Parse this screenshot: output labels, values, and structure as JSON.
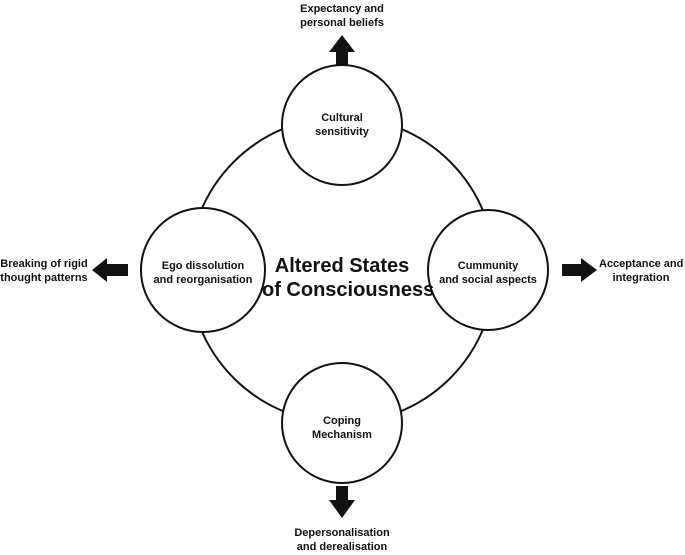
{
  "center": {
    "line1": "Altered States",
    "line2": "of Consciousness"
  },
  "nodes": {
    "top": {
      "line1": "Cultural",
      "line2": "sensitivity"
    },
    "left": {
      "line1": "Ego dissolution",
      "line2": "and reorganisation"
    },
    "right": {
      "line1": "Cummunity",
      "line2": "and social aspects"
    },
    "bottom": {
      "line1": "Coping",
      "line2": "Mechanism"
    }
  },
  "outcomes": {
    "top": {
      "line1": "Expectancy and",
      "line2": "personal beliefs"
    },
    "left": {
      "line1": "Breaking of rigid",
      "line2": "thought patterns"
    },
    "right": {
      "line1": "Acceptance and",
      "line2": "integration"
    },
    "bottom": {
      "line1": "Depersonalisation",
      "line2": "and derealisation"
    }
  },
  "colors": {
    "stroke": "#111111",
    "fill": "#ffffff",
    "arrow": "#111111"
  }
}
